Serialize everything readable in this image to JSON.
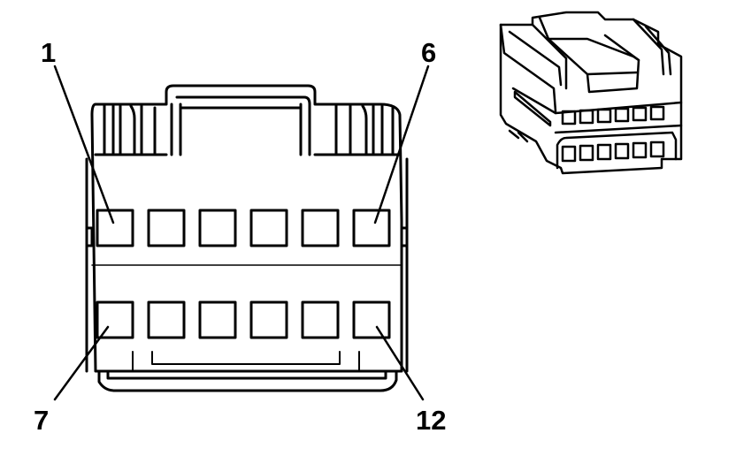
{
  "diagram": {
    "pin_labels": {
      "top_left": "1",
      "top_right": "6",
      "bottom_left": "7",
      "bottom_right": "12"
    },
    "pin_rows": 2,
    "pins_per_row": 6,
    "line_color": "#000000",
    "background": "#ffffff"
  }
}
